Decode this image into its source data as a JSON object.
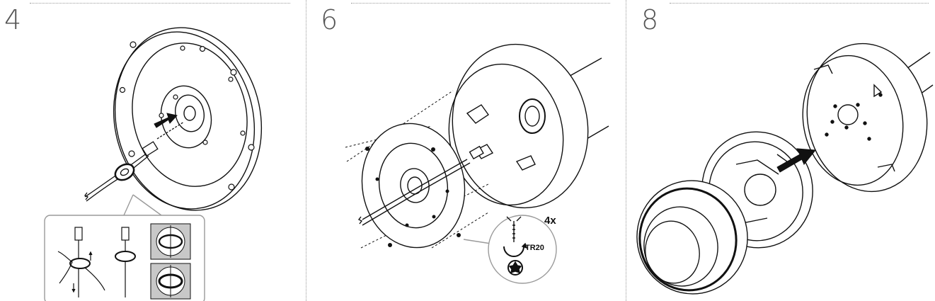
{
  "panels": [
    {
      "step": "4"
    },
    {
      "step": "6",
      "screw_count": "4x",
      "bit_label": "TR20"
    },
    {
      "step": "8"
    }
  ]
}
